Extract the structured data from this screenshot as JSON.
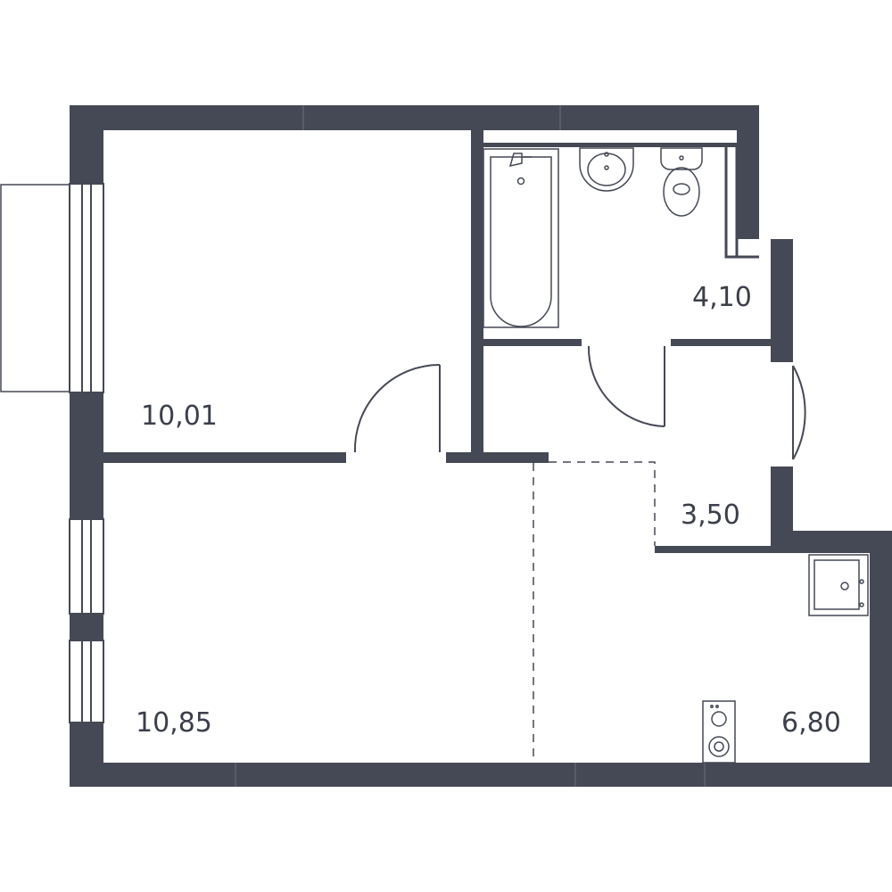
{
  "colors": {
    "wall": "#454955",
    "line": "#454955",
    "background": "#ffffff"
  },
  "rooms": [
    {
      "id": "bedroom",
      "area": "10,01"
    },
    {
      "id": "living",
      "area": "10,85"
    },
    {
      "id": "bathroom",
      "area": "4,10"
    },
    {
      "id": "hallway",
      "area": "3,50"
    },
    {
      "id": "kitchen",
      "area": "6,80"
    }
  ],
  "fixtures": [
    "bathtub-icon",
    "sink-icon",
    "toilet-icon",
    "kitchen-sink-icon",
    "stove-icon",
    "window-icon",
    "door-icon"
  ]
}
